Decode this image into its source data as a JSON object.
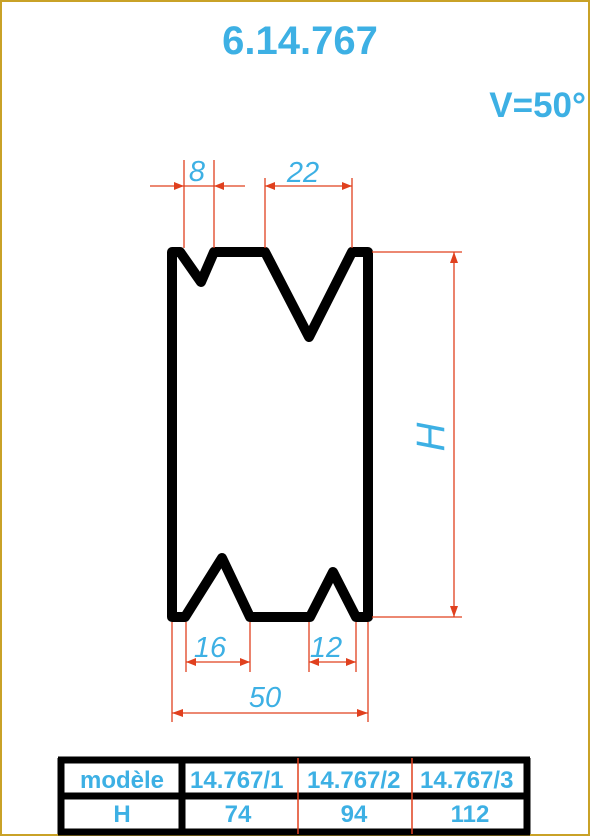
{
  "title": "6.14.767",
  "angle_label": "V=50°",
  "dimensions": {
    "top_left": "8",
    "top_right": "22",
    "bottom_left": "16",
    "bottom_right": "12",
    "width": "50",
    "height": "H"
  },
  "table": {
    "row1": {
      "header": "modèle",
      "cells": [
        "14.767/1",
        "14.767/2",
        "14.767/3"
      ]
    },
    "row2": {
      "header": "H",
      "cells": [
        "74",
        "94",
        "112"
      ]
    }
  },
  "colors": {
    "frame": "#c9a227",
    "text": "#3db0e4",
    "dimension_lines": "#e0401e",
    "outline": "#000000"
  }
}
